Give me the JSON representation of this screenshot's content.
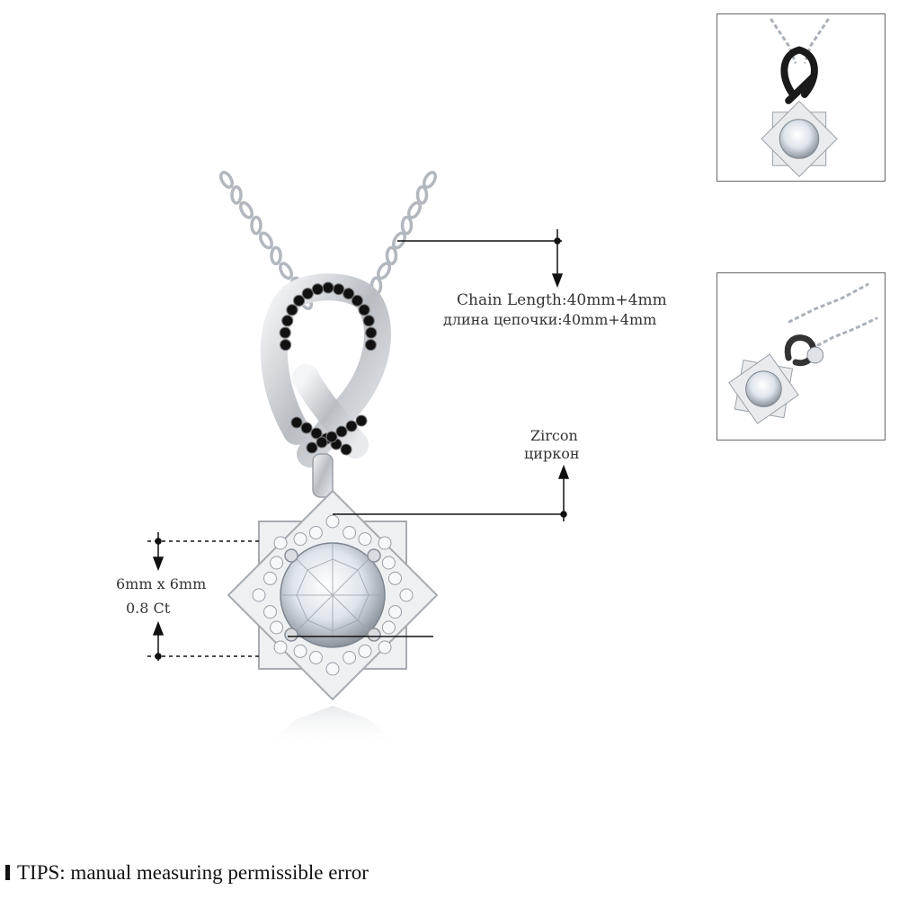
{
  "product": {
    "chain_label_en": "Chain Length:40mm+4mm",
    "chain_label_ru": "длина цепочки:40mm+4mm",
    "stone_label_en": "Zircon",
    "stone_label_ru": "циркон",
    "size_label": "6mm x 6mm",
    "carat_label": "0.8 Ct"
  },
  "footer": {
    "tips": "TIPS: manual measuring permissible error"
  },
  "thumbnails": [
    {
      "name": "front-view"
    },
    {
      "name": "angled-view"
    }
  ],
  "colors": {
    "silver": "#c9ccd1",
    "black_stone": "#111111",
    "zircon": "#eef2f6",
    "line": "#111111"
  }
}
